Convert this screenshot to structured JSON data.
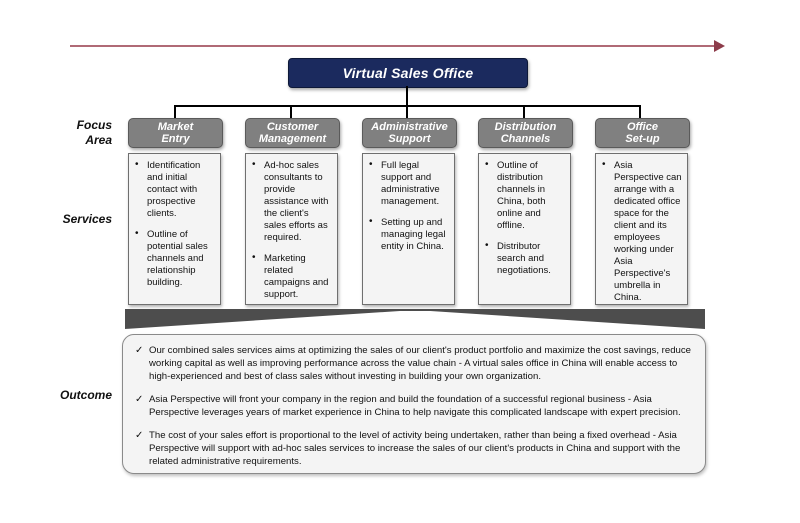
{
  "diagram": {
    "title_box": {
      "label": "Virtual Sales Office"
    },
    "top_arrow": {
      "icon": "arrow-right-icon",
      "color": "#b06a76"
    },
    "row_labels": {
      "focus_area": "Focus\nArea",
      "focus_area_line1": "Focus",
      "focus_area_line2": "Area",
      "services": "Services",
      "outcome": "Outcome"
    },
    "columns": [
      {
        "focus_line1": "Market",
        "focus_line2": "Entry",
        "services": [
          "Identification and initial contact with prospective clients.",
          "Outline of potential sales channels and relationship building."
        ]
      },
      {
        "focus_line1": "Customer",
        "focus_line2": "Management",
        "services": [
          "Ad-hoc sales consultants to provide assistance with the client's sales efforts as required.",
          "Marketing related campaigns and support."
        ]
      },
      {
        "focus_line1": "Administrative",
        "focus_line2": "Support",
        "services": [
          "Full legal support and administrative management.",
          "Setting up and managing legal entity in China."
        ]
      },
      {
        "focus_line1": "Distribution",
        "focus_line2": "Channels",
        "services": [
          "Outline of distribution channels in China, both online and offline.",
          "Distributor search and negotiations."
        ]
      },
      {
        "focus_line1": "Office",
        "focus_line2": "Set-up",
        "services": [
          "Asia Perspective can arrange with a dedicated office space for the client and its employees working under Asia Perspective's umbrella in China."
        ]
      }
    ],
    "outcome": {
      "check_glyph": "✓",
      "items": [
        "Our combined sales services aims at optimizing the sales of our client's product portfolio and maximize the cost savings, reduce working capital as well as improving performance across the value chain - A virtual sales office in China will enable access to high-experienced and best of class sales without investing in building your own organization.",
        "Asia Perspective will front your company in the region and build the foundation of a successful regional business - Asia Perspective leverages years of market experience in China to help navigate this complicated landscape with expert precision.",
        "The cost of your sales effort is proportional to the level of activity being undertaken, rather than being a fixed overhead - Asia Perspective will support with ad-hoc sales services to increase the sales of our client's products in China and support with the related administrative requirements."
      ]
    },
    "colors": {
      "title_box_bg": "#1b2a5e",
      "focus_box_bg": "#808080",
      "panel_bg": "#f4f4f4",
      "funnel": "#4d4d4d",
      "arrow": "#b06a76"
    }
  }
}
